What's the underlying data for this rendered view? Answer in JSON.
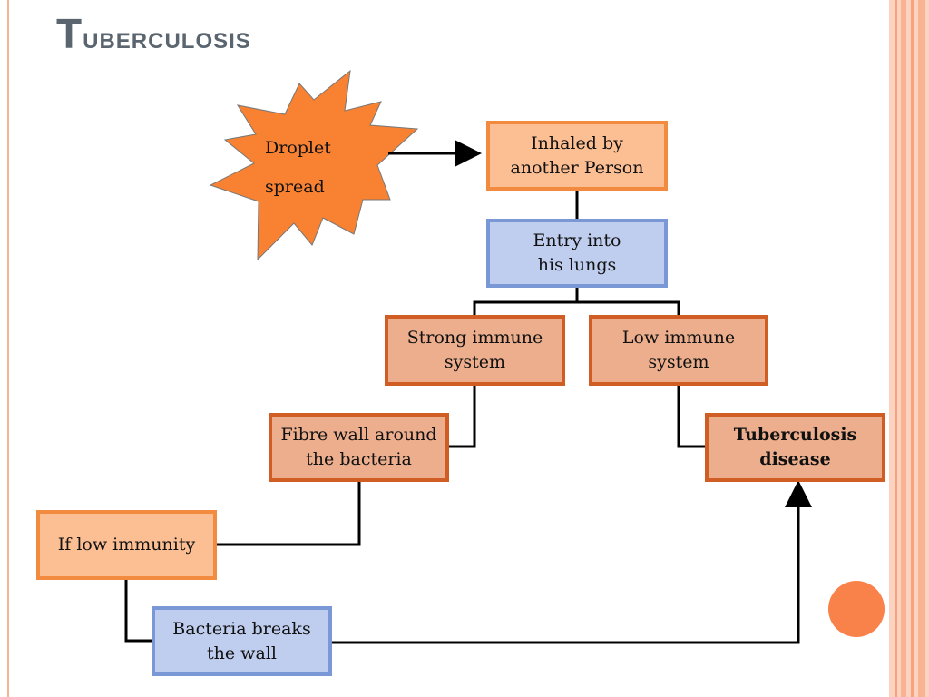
{
  "slide": {
    "title_first": "T",
    "title_rest": "uberculosis",
    "colors": {
      "stripe_outer": "#fcd3c0",
      "stripe_line": "#f7a27a",
      "star_fill": "#f88232",
      "box_orange": "#fcbf93",
      "box_blue": "#bfcdee",
      "box_rust": "#ecae8d",
      "accent_dot": "#f9814a"
    }
  },
  "diagram": {
    "start": {
      "label": "Droplet\nspread"
    },
    "nodes": {
      "inhaled": "Inhaled by\nanother Person",
      "entry": "Entry into\nhis lungs",
      "strong": "Strong immune\nsystem",
      "low": "Low immune\nsystem",
      "fibre": "Fibre wall around\nthe bacteria",
      "tb": "Tuberculosis\ndisease",
      "iflow": "If low immunity",
      "breaks": "Bacteria breaks\nthe wall"
    }
  }
}
